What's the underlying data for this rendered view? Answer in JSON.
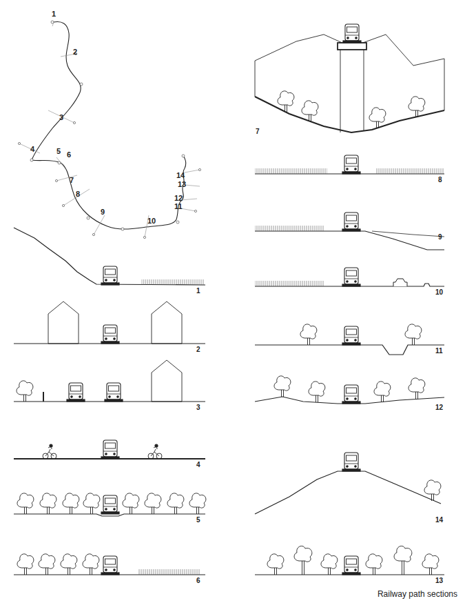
{
  "diagram": {
    "caption": "Railway path sections",
    "labels": [
      "1",
      "2",
      "3",
      "4",
      "5",
      "6",
      "7",
      "8",
      "9",
      "10",
      "11",
      "12",
      "13",
      "14",
      "1",
      "2",
      "3",
      "4",
      "5",
      "6",
      "7",
      "8",
      "9",
      "10",
      "11",
      "12",
      "13",
      "14"
    ]
  }
}
